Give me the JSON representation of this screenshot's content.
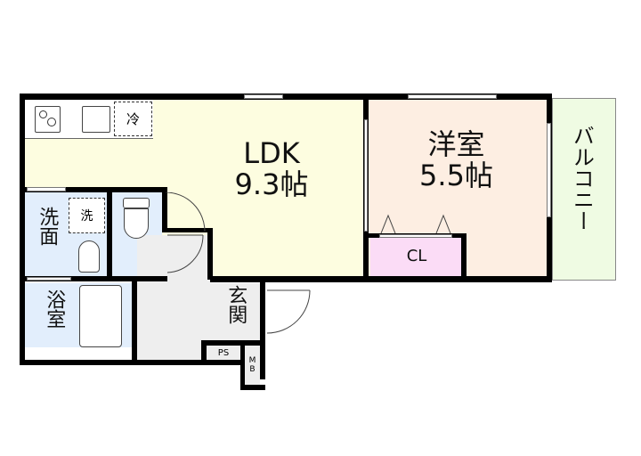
{
  "plan": {
    "rooms": {
      "ldk": {
        "name": "LDK",
        "size": "9.3帖",
        "color": "#fdfde0"
      },
      "western": {
        "name": "洋室",
        "size": "5.5帖",
        "color": "#fdeee2"
      },
      "balcony": {
        "name": "バルコニー",
        "color": "#effbe3"
      },
      "closet": {
        "name": "CL",
        "color": "#fbdcf6"
      },
      "washroom": {
        "name": "洗面",
        "color": "#e2eefc"
      },
      "toilet": {
        "color": "#e2eefc"
      },
      "bath": {
        "name": "浴室",
        "color": "#e2eefc"
      },
      "entrance": {
        "name": "玄関",
        "color": "#eeeeee"
      },
      "hallway": {
        "color": "#eeeeee"
      },
      "ps": {
        "name": "PS"
      },
      "mb": {
        "name": "MB"
      }
    },
    "fixtures": {
      "fridge": "冷",
      "washer": "洗"
    }
  }
}
